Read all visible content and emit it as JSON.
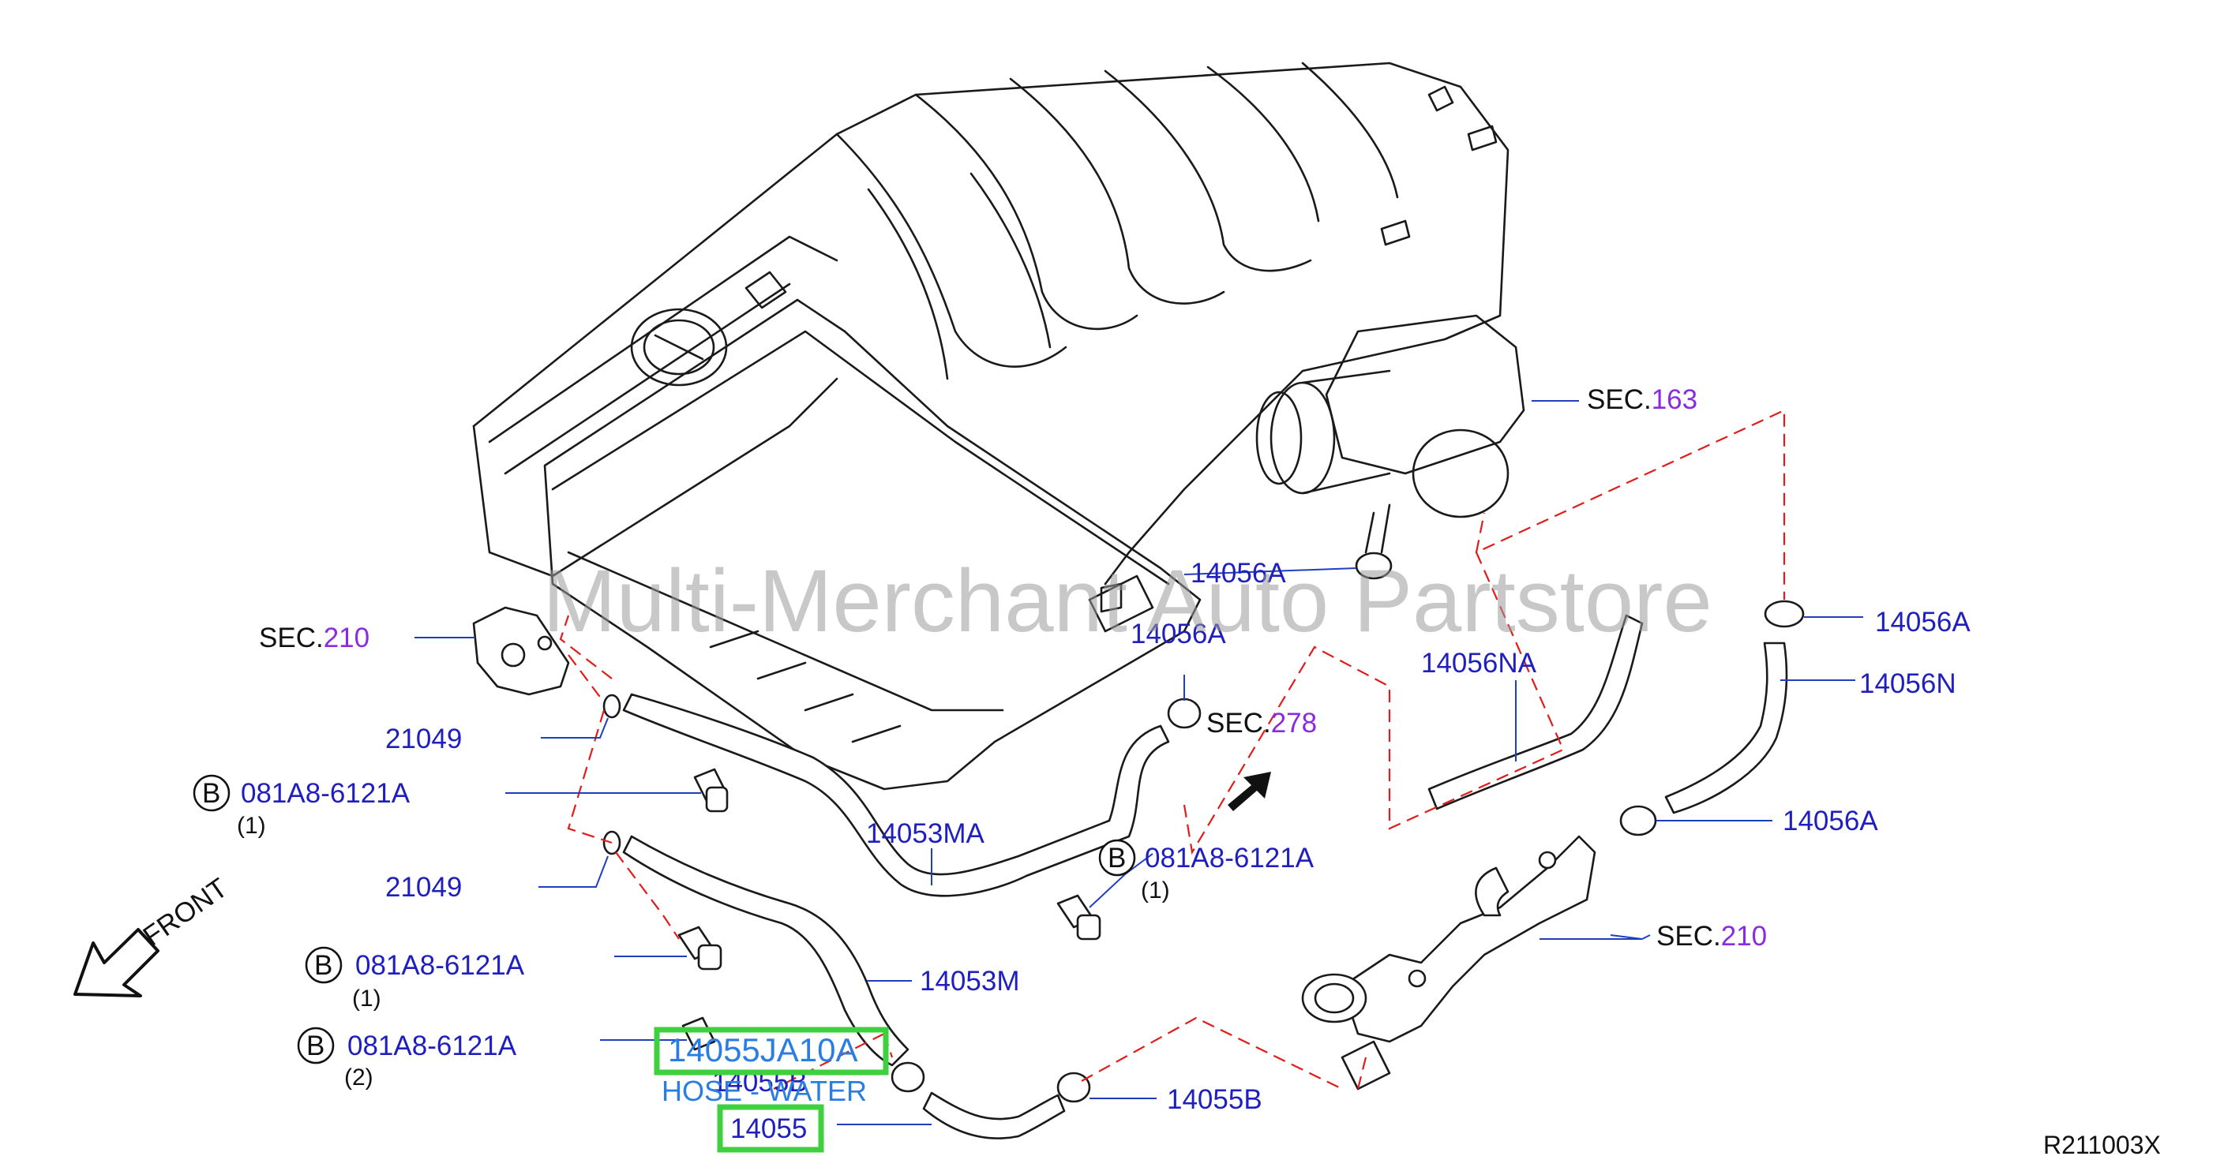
{
  "watermark": "Multi-Merchant Auto Partstore",
  "diagram_code": "R211003X",
  "front_label": "FRONT",
  "callouts": {
    "sec163": {
      "prefix": "SEC.",
      "num": "163"
    },
    "sec210_left": {
      "prefix": "SEC.",
      "num": "210"
    },
    "sec278": {
      "prefix": "SEC.",
      "num": "278"
    },
    "sec210_right": {
      "prefix": "SEC.",
      "num": "210"
    },
    "p14056A_1": "14056A",
    "p14056A_2": "14056A",
    "p14056A_3": "14056A",
    "p14056A_4": "14056A",
    "p14056NA": "14056NA",
    "p14056N": "14056N",
    "p21049_1": "21049",
    "p21049_2": "21049",
    "bolt_1": {
      "badge": "B",
      "part": "081A8-6121A",
      "qty": "(1)"
    },
    "bolt_2": {
      "badge": "B",
      "part": "081A8-6121A",
      "qty": "(1)"
    },
    "bolt_3": {
      "badge": "B",
      "part": "081A8-6121A",
      "qty": "(1)"
    },
    "bolt_4": {
      "badge": "B",
      "part": "081A8-6121A",
      "qty": "(2)"
    },
    "p14053MA": "14053MA",
    "p14053M": "14053M",
    "p14055B_1": "14055B",
    "p14055B_2": "14055B",
    "highlight_part_number": "14055JA10A",
    "highlight_part_name": "HOSE - WATER",
    "highlight_ref": "14055"
  },
  "colors": {
    "label_blue": "#1f1fbf",
    "sec_purple": "#8a2be2",
    "dash_red": "#e21b1b",
    "highlight_green": "#3fd03f",
    "part_name_blue": "#2a7de1"
  }
}
